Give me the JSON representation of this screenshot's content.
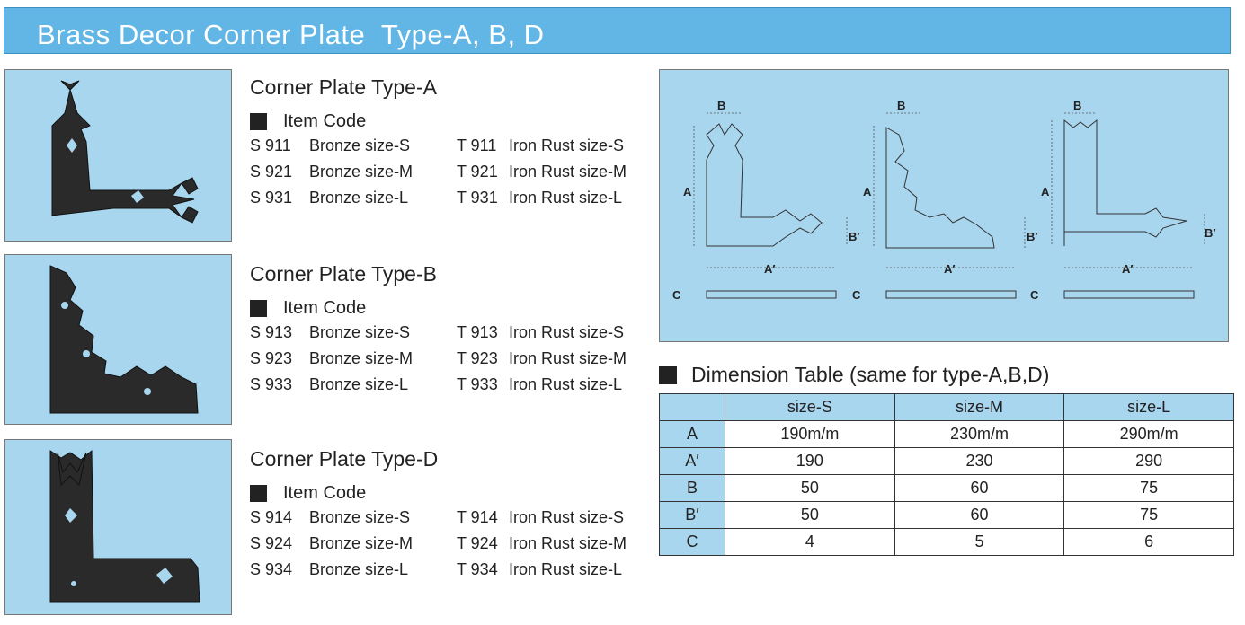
{
  "banner": {
    "title": "Brass Decor Corner Plate  Type-A, B, D"
  },
  "sections": [
    {
      "title": "Corner Plate Type-A",
      "item_code_label": "Item Code",
      "rows": [
        {
          "s_code": "S 911",
          "s_desc": "Bronze size-S",
          "t_code": "T 911",
          "t_desc": "Iron Rust size-S"
        },
        {
          "s_code": "S 921",
          "s_desc": "Bronze size-M",
          "t_code": "T 921",
          "t_desc": "Iron Rust size-M"
        },
        {
          "s_code": "S 931",
          "s_desc": "Bronze size-L",
          "t_code": "T 931",
          "t_desc": "Iron Rust size-L"
        }
      ]
    },
    {
      "title": "Corner Plate Type-B",
      "item_code_label": "Item Code",
      "rows": [
        {
          "s_code": "S 913",
          "s_desc": "Bronze size-S",
          "t_code": "T 913",
          "t_desc": "Iron Rust size-S"
        },
        {
          "s_code": "S 923",
          "s_desc": "Bronze size-M",
          "t_code": "T 923",
          "t_desc": "Iron Rust size-M"
        },
        {
          "s_code": "S 933",
          "s_desc": "Bronze size-L",
          "t_code": "T 933",
          "t_desc": "Iron Rust size-L"
        }
      ]
    },
    {
      "title": "Corner Plate Type-D",
      "item_code_label": "Item Code",
      "rows": [
        {
          "s_code": "S 914",
          "s_desc": "Bronze size-S",
          "t_code": "T 914",
          "t_desc": "Iron Rust size-S"
        },
        {
          "s_code": "S 924",
          "s_desc": "Bronze size-M",
          "t_code": "T 924",
          "t_desc": "Iron Rust size-M"
        },
        {
          "s_code": "S 934",
          "s_desc": "Bronze size-L",
          "t_code": "T 934",
          "t_desc": "Iron Rust size-L"
        }
      ]
    }
  ],
  "diagram": {
    "labels": {
      "a": "A",
      "a_prime": "A′",
      "b": "B",
      "b_prime": "B′",
      "c": "C"
    }
  },
  "dimension_table": {
    "title": "Dimension Table (same for type-A,B,D)",
    "headers": [
      "",
      "size-S",
      "size-M",
      "size-L"
    ],
    "rows": [
      {
        "label": "A",
        "values": [
          "190m/m",
          "230m/m",
          "290m/m"
        ]
      },
      {
        "label": "A′",
        "values": [
          "190",
          "230",
          "290"
        ]
      },
      {
        "label": "B",
        "values": [
          "50",
          "60",
          "75"
        ]
      },
      {
        "label": "B′",
        "values": [
          "50",
          "60",
          "75"
        ]
      },
      {
        "label": "C",
        "values": [
          "4",
          "5",
          "6"
        ]
      }
    ]
  },
  "colors": {
    "banner": "#62b6e6",
    "panel": "#a8d6ef",
    "plate": "#2a2a2a"
  }
}
